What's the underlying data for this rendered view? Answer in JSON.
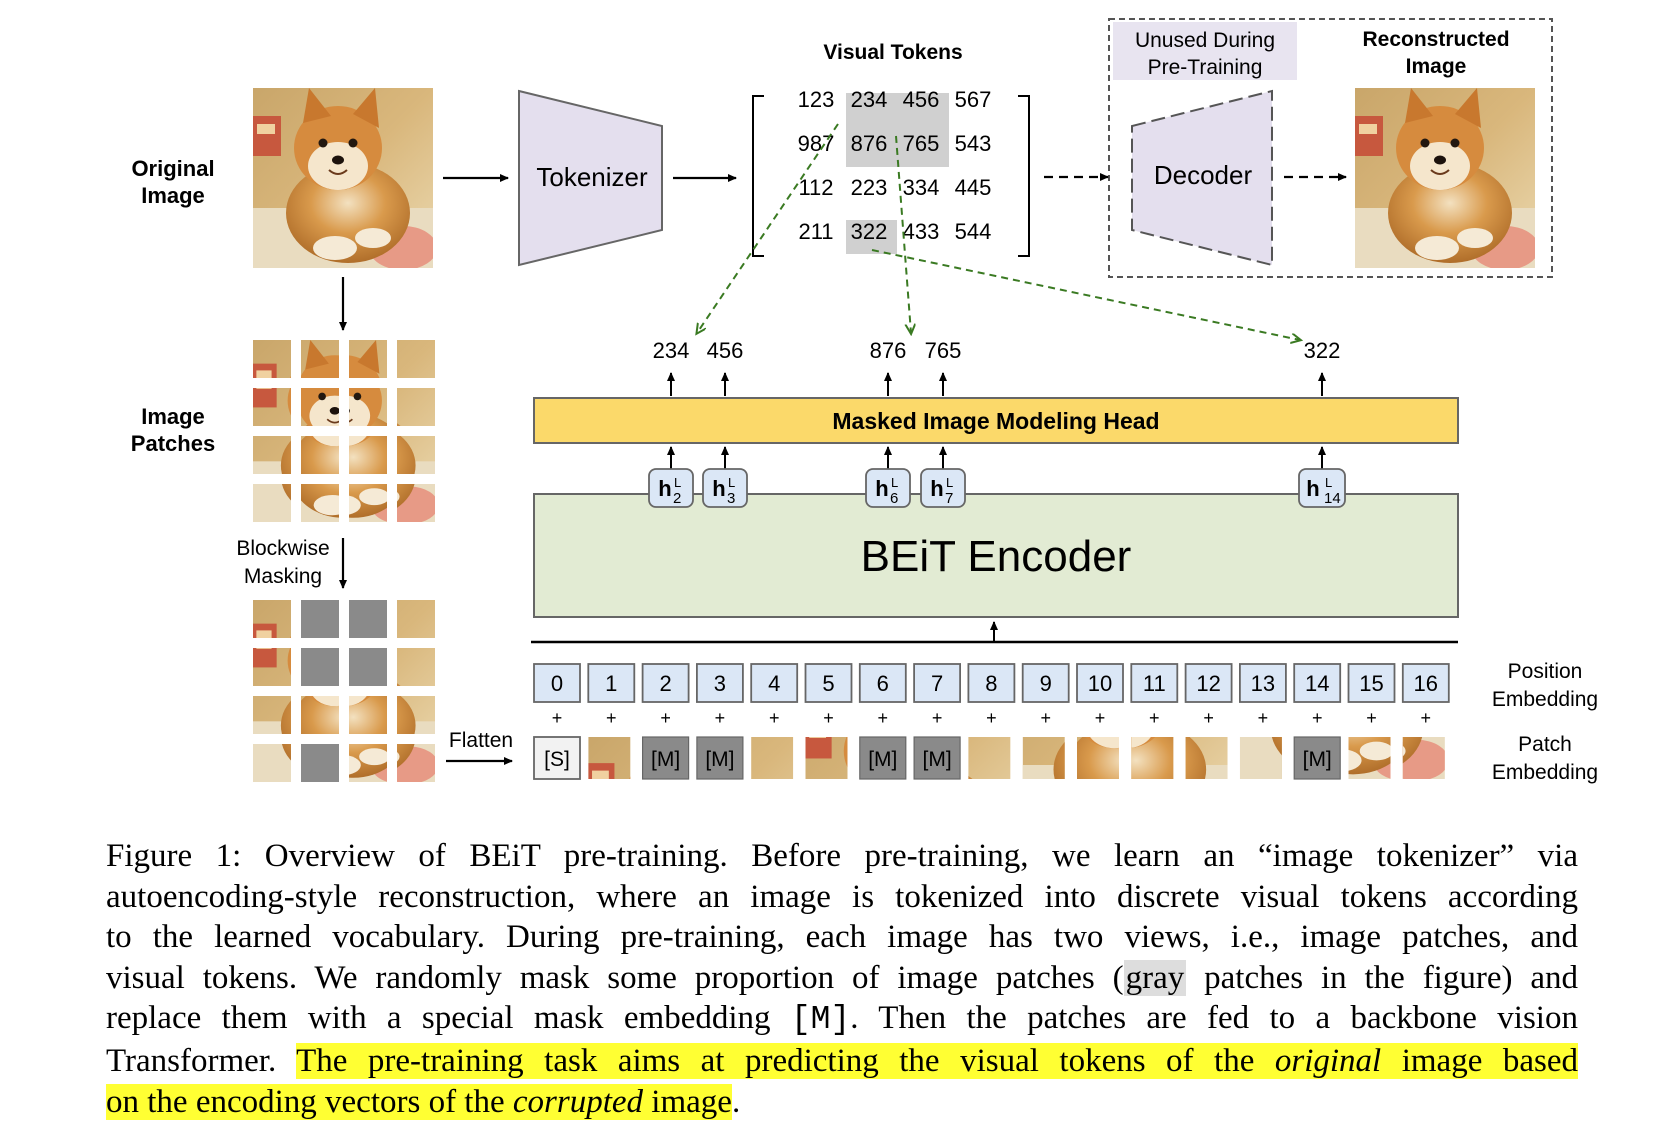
{
  "figure": {
    "labels": {
      "original_image": [
        "Original",
        "Image"
      ],
      "image_patches": [
        "Image",
        "Patches"
      ],
      "blockwise_masking": [
        "Blockwise",
        "Masking"
      ],
      "flatten": "Flatten",
      "tokenizer": "Tokenizer",
      "visual_tokens_title": "Visual Tokens",
      "unused_during": [
        "Unused During",
        "Pre-Training"
      ],
      "reconstructed_image": [
        "Reconstructed",
        "Image"
      ],
      "decoder": "Decoder",
      "mim_head": "Masked Image Modeling Head",
      "encoder": "BEiT Encoder",
      "position_embedding": [
        "Position",
        "Embedding"
      ],
      "patch_embedding": [
        "Patch",
        "Embedding"
      ]
    },
    "token_grid": [
      [
        "123",
        "234",
        "456",
        "567"
      ],
      [
        "987",
        "876",
        "765",
        "543"
      ],
      [
        "112",
        "223",
        "334",
        "445"
      ],
      [
        "211",
        "322",
        "433",
        "544"
      ]
    ],
    "predicted_tokens": [
      "234",
      "456",
      "876",
      "765",
      "322"
    ],
    "hidden_states": [
      {
        "base": "h",
        "sub": "2",
        "sup": "L"
      },
      {
        "base": "h",
        "sub": "3",
        "sup": "L"
      },
      {
        "base": "h",
        "sub": "6",
        "sup": "L"
      },
      {
        "base": "h",
        "sub": "7",
        "sup": "L"
      },
      {
        "base": "h",
        "sub": "14",
        "sup": "L"
      }
    ],
    "positions": [
      "0",
      "1",
      "2",
      "3",
      "4",
      "5",
      "6",
      "7",
      "8",
      "9",
      "10",
      "11",
      "12",
      "13",
      "14",
      "15",
      "16"
    ],
    "plus_sign": "+",
    "special_token": "[S]",
    "mask_token": "[M]",
    "masked_positions": [
      2,
      3,
      6,
      7,
      14
    ],
    "colors": {
      "tokenizer_fill": "#e4dfee",
      "mim_head_fill": "#fbd96a",
      "encoder_fill": "#e2ebd3",
      "position_fill": "#dbe7f6",
      "hidden_fill": "#dbe7f6",
      "mask_gray": "#8a8a8a",
      "highlight_gray": "#d0d0d0",
      "arrow_green": "#3a7a22",
      "unused_label_bg": "#e8e4f0"
    }
  },
  "caption": {
    "label": "Figure 1:",
    "line1_a": "Overview of B",
    "line1_sc": "E",
    "line1_b": "iT pre-training. Before pre-training, we learn an “image tokenizer” via",
    "line2": "autoencoding-style reconstruction, where an image is tokenized into discrete visual tokens according",
    "line3": "to the learned vocabulary. During pre-training, each image has two views, i.e., image patches, and",
    "line4_a": "visual tokens. We randomly mask some proportion of image patches (",
    "line4_gray": "gray",
    "line4_b": " patches in the figure) and",
    "line5_a": "replace them with a special mask embedding ",
    "line5_mono": "[M]",
    "line5_b": ". Then the patches are fed to a backbone vision",
    "line6_a": "Transformer. ",
    "line6_hl_a": "The pre-training task aims at predicting the visual tokens of the ",
    "line6_hl_em": "original",
    "line6_hl_b": " image based",
    "line7_hl_a": "on the encoding vectors of the ",
    "line7_hl_em": "corrupted",
    "line7_hl_b": " image",
    "line7_end": "."
  }
}
